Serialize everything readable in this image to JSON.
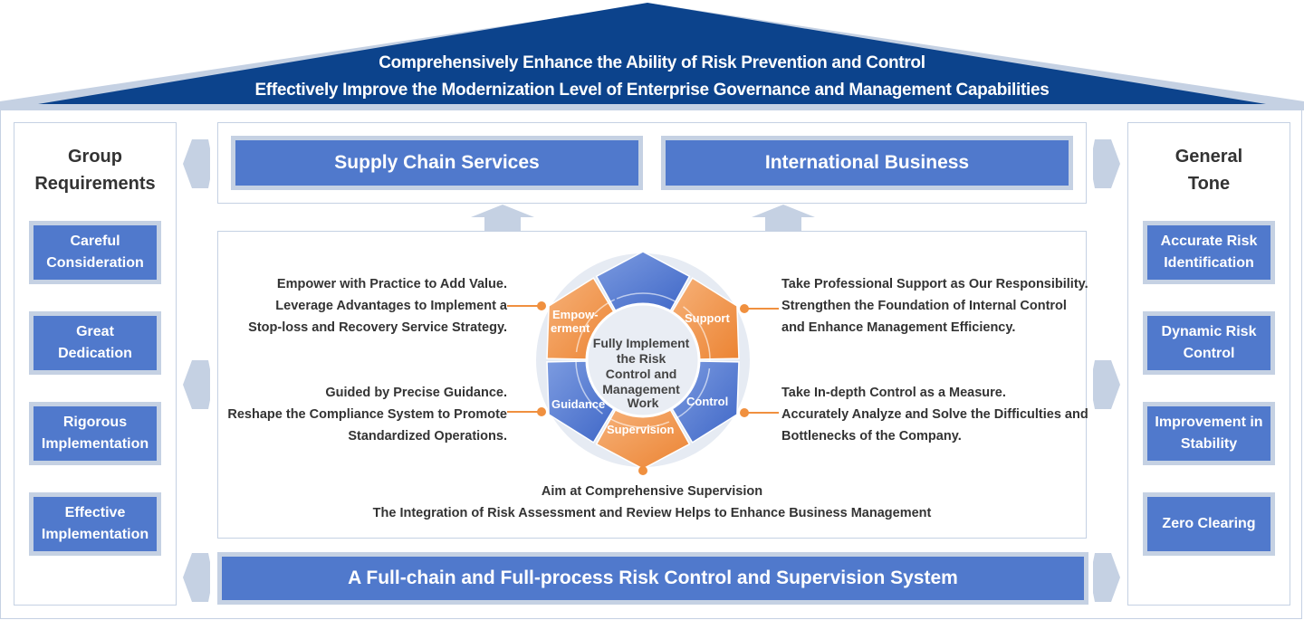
{
  "roof": {
    "line1": "Comprehensively Enhance the Ability of Risk Prevention and Control",
    "line2": "Effectively Improve the Modernization Level of Enterprise Governance and Management Capabilities"
  },
  "left_panel": {
    "title_line1": "Group",
    "title_line2": "Requirements",
    "items": [
      {
        "line1": "Careful",
        "line2": "Consideration"
      },
      {
        "line1": "Great",
        "line2": "Dedication"
      },
      {
        "line1": "Rigorous",
        "line2": "Implementation"
      },
      {
        "line1": "Effective",
        "line2": "Implementation"
      }
    ]
  },
  "right_panel": {
    "title_line1": "General",
    "title_line2": "Tone",
    "items": [
      {
        "line1": "Accurate Risk",
        "line2": "Identification"
      },
      {
        "line1": "Dynamic Risk",
        "line2": "Control"
      },
      {
        "line1": "Improvement in",
        "line2": "Stability"
      },
      {
        "line1": "Zero Clearing",
        "line2": ""
      }
    ]
  },
  "top_bars": {
    "left": "Supply Chain Services",
    "right": "International Business"
  },
  "bottom_bar": "A Full-chain and Full-process Risk Control and Supervision System",
  "wheel": {
    "center": [
      "Fully Implement",
      "the Risk",
      "Control and",
      "Management",
      "Work"
    ],
    "segments": {
      "empowerment": [
        "Empow-",
        "erment"
      ],
      "support": "Support",
      "control": "Control",
      "supervision": "Supervision",
      "guidance": "Guidance"
    },
    "colors": {
      "blue": "#4a72cc",
      "orange": "#f0903f",
      "ring": "#e8ecf3"
    }
  },
  "descriptions": {
    "empowerment": [
      "Empower with Practice to Add Value.",
      "Leverage Advantages to Implement a",
      "Stop-loss and Recovery Service Strategy."
    ],
    "guidance": [
      "Guided by Precise Guidance.",
      "Reshape the Compliance System to Promote",
      "Standardized Operations."
    ],
    "support": [
      "Take Professional Support as Our Responsibility.",
      "Strengthen the Foundation of Internal Control",
      "and Enhance Management Efficiency."
    ],
    "control": [
      "Take In-depth Control as a Measure.",
      "Accurately Analyze and Solve the Difficulties and",
      "Bottlenecks of the Company."
    ],
    "supervision": [
      "Aim at Comprehensive Supervision",
      "The Integration of Risk Assessment and Review Helps to Enhance Business Management"
    ]
  },
  "colors": {
    "navy": "#0c438c",
    "tile_blue": "#5079cc",
    "tile_border": "#c5d1e3",
    "text": "#333333",
    "accent_orange": "#f0903f"
  }
}
